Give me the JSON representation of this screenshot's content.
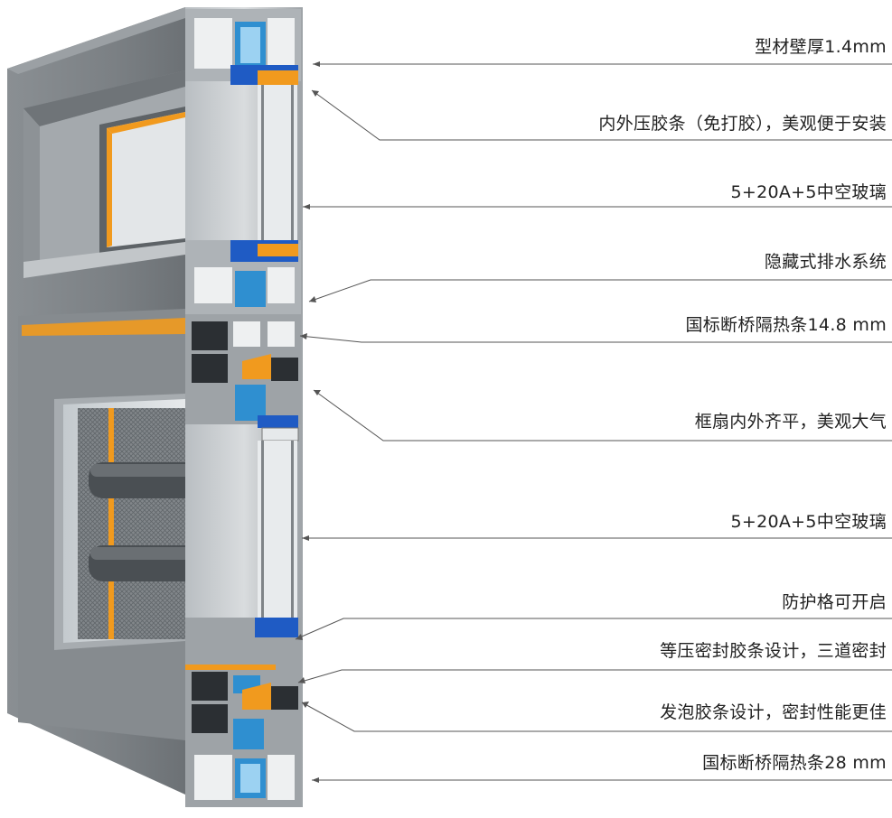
{
  "annotations": [
    {
      "text": "型材壁厚1.4mm"
    },
    {
      "text": "内外压胶条（免打胶），美观便于安装"
    },
    {
      "text": "5+20A+5中空玻璃"
    },
    {
      "text": "隐藏式排水系统"
    },
    {
      "text": "国标断桥隔热条14.8 mm"
    },
    {
      "text": "框扇内外齐平，美观大气"
    },
    {
      "text": "5+20A+5中空玻璃"
    },
    {
      "text": "防护格可开启"
    },
    {
      "text": "等压密封胶条设计，三道密封"
    },
    {
      "text": "发泡胶条设计，密封性能更佳"
    },
    {
      "text": "国标断桥隔热条28 mm"
    }
  ],
  "colors": {
    "aluminum": "#8e9397",
    "aluminum_dark": "#5e6367",
    "aluminum_light": "#c9cdd0",
    "thermal_strip": "#2f8fd0",
    "gasket_orange": "#f19a1e",
    "gasket_blue": "#1f5bc4",
    "leader_line": "#555555"
  }
}
